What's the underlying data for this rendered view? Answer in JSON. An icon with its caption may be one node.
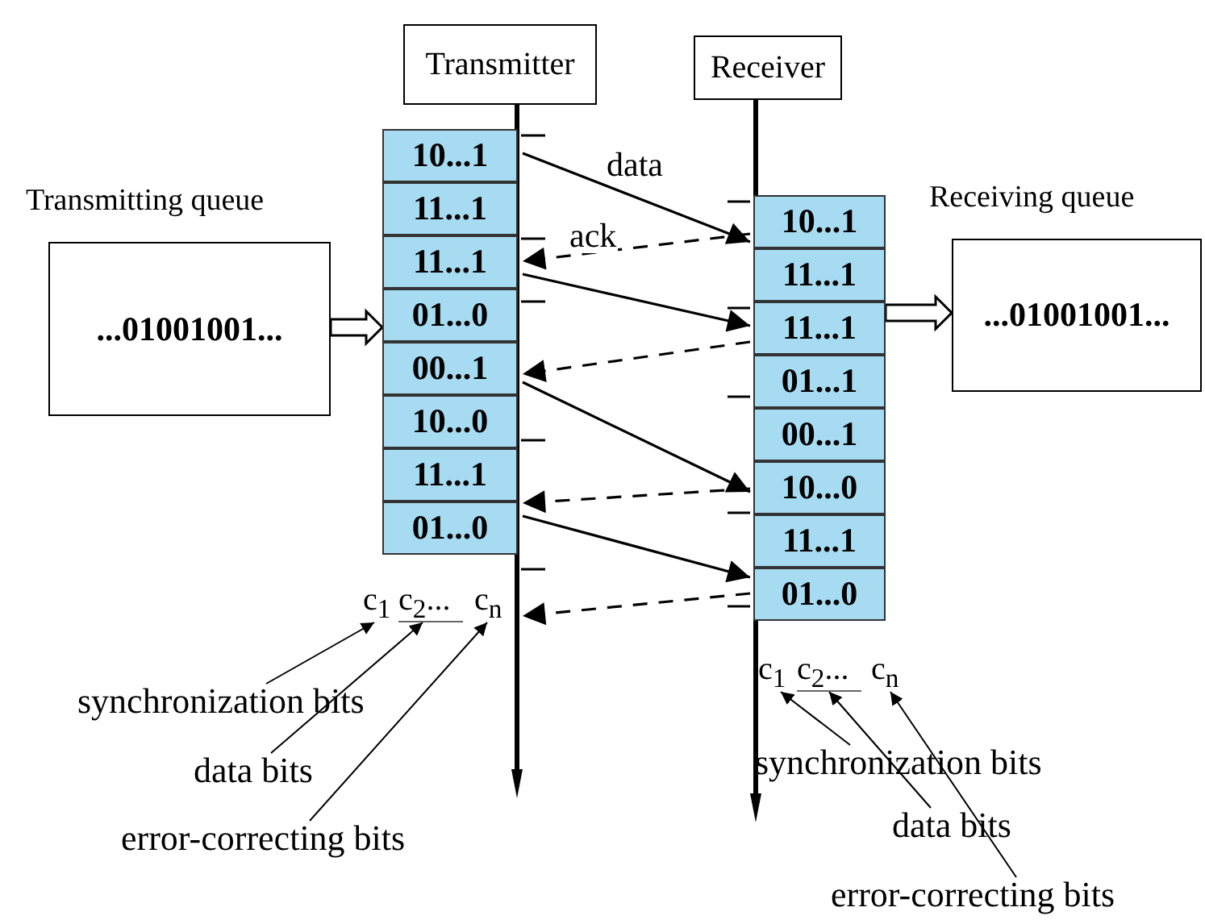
{
  "diagram": {
    "nodes": [
      {
        "text": [
          "Transmitter"
        ]
      },
      {
        "text": [],
        "shape": "line"
      },
      {
        "text": [
          "Receiver"
        ]
      },
      {
        "text": [],
        "shape": "line"
      },
      {
        "text": [
          "Transmitting queue",
          "...01001001..."
        ]
      },
      {
        "text": [
          "10...1"
        ]
      },
      {
        "text": [
          "11...1"
        ]
      },
      {
        "text": [
          "11...1"
        ]
      },
      {
        "text": [
          "01...0"
        ]
      },
      {
        "text": [
          "00...1"
        ]
      },
      {
        "text": [
          "10...0"
        ]
      },
      {
        "text": [
          "11...1"
        ]
      },
      {
        "text": [
          "01...0"
        ]
      },
      {
        "text": [
          "Receiving queue",
          "...01001001..."
        ]
      },
      {
        "text": [
          "10...1"
        ]
      },
      {
        "text": [
          "11...1"
        ]
      },
      {
        "text": [
          "11...1"
        ]
      },
      {
        "text": [
          "01...1"
        ]
      },
      {
        "text": [
          "00...1"
        ]
      },
      {
        "text": [
          "10...0"
        ]
      },
      {
        "text": [
          "11...1"
        ]
      },
      {
        "text": [
          "01...0"
        ]
      },
      {
        "text": [
          "c$_{1}$"
        ]
      },
      {
        "text": [
          "c$_{2}$..."
        ]
      },
      {
        "text": [
          "c$_{n}$"
        ]
      },
      {
        "text": [
          "synchronization bits"
        ]
      },
      {
        "text": [
          "data bits"
        ]
      },
      {
        "text": [
          "error-correcting bits"
        ]
      },
      {
        "text": [
          "c$_{1}$"
        ]
      },
      {
        "text": [
          "c$_{2}$..."
        ]
      },
      {
        "text": [
          "c$_{n}$"
        ]
      },
      {
        "text": [
          "synchronization bits"
        ]
      },
      {
        "text": [
          "data bits"
        ]
      },
      {
        "text": [
          "error-correcting bits"
        ]
      }
    ],
    "edges": [
      {
        "from": 1,
        "to": 3,
        "arrow": "to",
        "label": "data"
      },
      {
        "from": 3,
        "to": 1,
        "arrow": "to",
        "label": "ack",
        "style": "dashed"
      },
      {
        "from": 1,
        "to": 3,
        "arrow": "to"
      },
      {
        "from": 3,
        "to": 1,
        "arrow": "to",
        "style": "dashed"
      },
      {
        "from": 1,
        "to": 3,
        "arrow": "to"
      },
      {
        "from": 3,
        "to": 1,
        "arrow": "to",
        "style": "dashed"
      },
      {
        "from": 1,
        "to": 3,
        "arrow": "to"
      },
      {
        "from": 3,
        "to": 1,
        "arrow": "to",
        "style": "dashed"
      },
      {
        "from": 4,
        "to": 8,
        "arrow": "to"
      },
      {
        "from": 16,
        "to": 13,
        "arrow": "to"
      },
      {
        "from": 25,
        "to": 22,
        "arrow": "to"
      },
      {
        "from": 26,
        "to": 23,
        "arrow": "to"
      },
      {
        "from": 27,
        "to": 24,
        "arrow": "to"
      },
      {
        "from": 31,
        "to": 28,
        "arrow": "to"
      },
      {
        "from": 32,
        "to": 29,
        "arrow": "to"
      },
      {
        "from": 33,
        "to": 30,
        "arrow": "to"
      }
    ]
  }
}
